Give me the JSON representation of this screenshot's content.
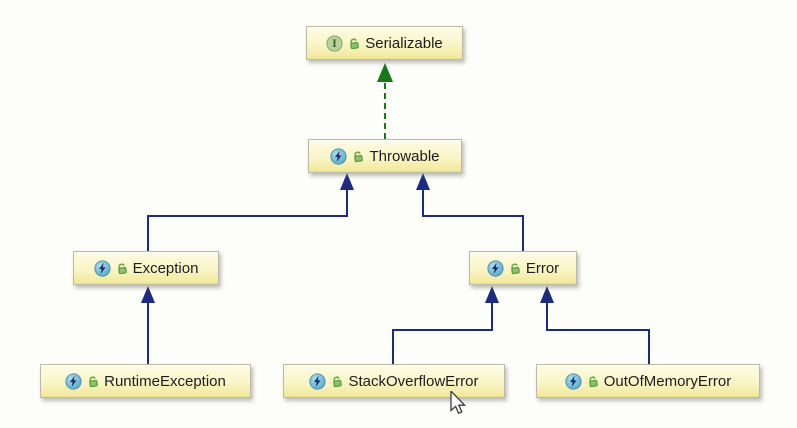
{
  "diagram": {
    "kind": "uml-class-hierarchy",
    "nodes": [
      {
        "id": "serializable",
        "label": "Serializable",
        "stereotype": "interface",
        "icon": "interface-icon",
        "visibility_icon": "unlocked-icon"
      },
      {
        "id": "throwable",
        "label": "Throwable",
        "stereotype": "class",
        "icon": "exception-class-icon",
        "visibility_icon": "unlocked-icon"
      },
      {
        "id": "exception",
        "label": "Exception",
        "stereotype": "class",
        "icon": "exception-class-icon",
        "visibility_icon": "unlocked-icon"
      },
      {
        "id": "error",
        "label": "Error",
        "stereotype": "class",
        "icon": "exception-class-icon",
        "visibility_icon": "unlocked-icon"
      },
      {
        "id": "runtime-exception",
        "label": "RuntimeException",
        "stereotype": "class",
        "icon": "exception-class-icon",
        "visibility_icon": "unlocked-icon"
      },
      {
        "id": "stack-overflow-error",
        "label": "StackOverflowError",
        "stereotype": "class",
        "icon": "exception-class-icon",
        "visibility_icon": "unlocked-icon"
      },
      {
        "id": "out-of-memory-error",
        "label": "OutOfMemoryError",
        "stereotype": "class",
        "icon": "exception-class-icon",
        "visibility_icon": "unlocked-icon"
      }
    ],
    "edges": [
      {
        "from": "Throwable",
        "to": "Serializable",
        "relation": "implements",
        "line": "dashed-green",
        "color": "#157a15"
      },
      {
        "from": "Exception",
        "to": "Throwable",
        "relation": "extends",
        "line": "solid-navy",
        "color": "#1c2a80"
      },
      {
        "from": "Error",
        "to": "Throwable",
        "relation": "extends",
        "line": "solid-navy",
        "color": "#1c2a80"
      },
      {
        "from": "RuntimeException",
        "to": "Exception",
        "relation": "extends",
        "line": "solid-navy",
        "color": "#1c2a80"
      },
      {
        "from": "StackOverflowError",
        "to": "Error",
        "relation": "extends",
        "line": "solid-navy",
        "color": "#1c2a80"
      },
      {
        "from": "OutOfMemoryError",
        "to": "Error",
        "relation": "extends",
        "line": "solid-navy",
        "color": "#1c2a80"
      }
    ],
    "icons": {
      "interface_letter": "I",
      "exception_class_icon_colors": {
        "circle": "#6cb9d6",
        "bolt": "#1d2d66"
      },
      "interface_icon_colors": {
        "circle": "#b8d49c",
        "letter": "#3e6428"
      },
      "unlocked_icon_color": "#64ab42"
    },
    "colors": {
      "background": "#fdfdf9",
      "node_fill_top": "#fdfce6",
      "node_fill_bottom": "#eee393",
      "node_border": "#b9b9a4",
      "extends_arrow": "#1c2a80",
      "implements_arrow": "#157a15"
    },
    "cursor": {
      "shape": "arrow",
      "position": "bottom edge of StackOverflowError node"
    }
  }
}
